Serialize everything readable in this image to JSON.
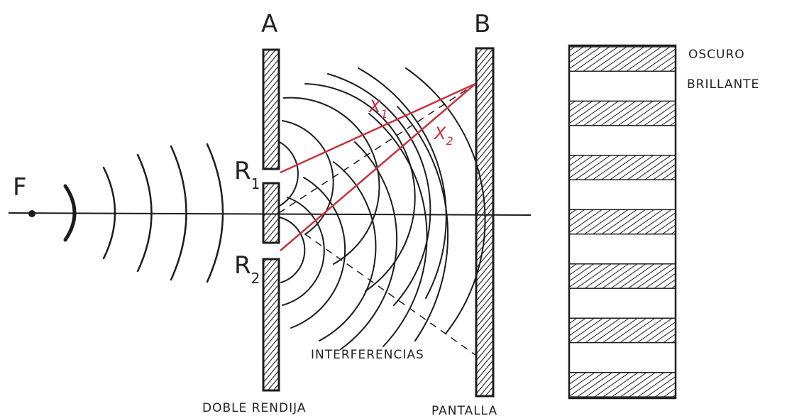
{
  "labels": {
    "source": "F",
    "barrier": "A",
    "screen": "B",
    "slit1_letter": "R",
    "slit1_sub": "1",
    "slit2_letter": "R",
    "slit2_sub": "2",
    "path1_letter": "X",
    "path1_sub": "1",
    "path2_letter": "X",
    "path2_sub": "2",
    "interference": "INTERFERENCIAS",
    "double_slit": "DOBLE RENDIJA",
    "screen_name": "PANTALLA",
    "dark": "OSCURO",
    "bright": "BRILLANTE"
  },
  "colors": {
    "ink": "#1c1c1c",
    "path_lines": "#c8323f"
  },
  "pattern": {
    "bands": [
      "dark",
      "bright",
      "dark",
      "bright",
      "dark",
      "bright",
      "dark",
      "bright",
      "dark",
      "bright",
      "dark",
      "bright",
      "dark"
    ]
  }
}
